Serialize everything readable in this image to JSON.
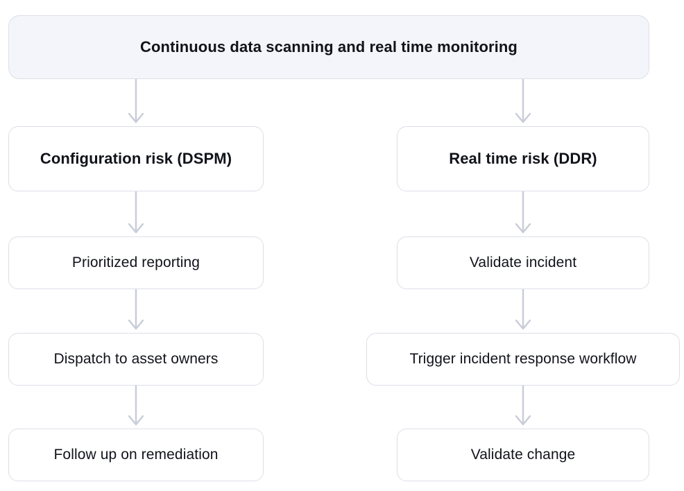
{
  "diagram": {
    "title": "Continuous data scanning and real time monitoring",
    "type": "flowchart",
    "colors": {
      "header_fill": "#f3f5fa",
      "node_fill": "#ffffff",
      "node_border": "#dcdfe8",
      "arrow": "#c8ccd8",
      "text": "#11131a",
      "background": "#ffffff"
    },
    "header": {
      "label": "Continuous data scanning and real time monitoring"
    },
    "branches": [
      {
        "name": "configuration-risk",
        "heading": "Configuration risk (DSPM)",
        "steps": [
          {
            "label": "Prioritized reporting"
          },
          {
            "label": "Dispatch to asset owners"
          },
          {
            "label": "Follow up on remediation"
          }
        ]
      },
      {
        "name": "real-time-risk",
        "heading": "Real time risk (DDR)",
        "steps": [
          {
            "label": "Validate incident"
          },
          {
            "label": "Trigger incident response workflow"
          },
          {
            "label": "Validate change"
          }
        ]
      }
    ],
    "connectors": [
      {
        "from": "header",
        "to": "configuration-risk"
      },
      {
        "from": "header",
        "to": "real-time-risk"
      },
      {
        "from": "configuration-risk",
        "to": "prioritized-reporting"
      },
      {
        "from": "prioritized-reporting",
        "to": "dispatch-to-asset-owners"
      },
      {
        "from": "dispatch-to-asset-owners",
        "to": "follow-up-on-remediation"
      },
      {
        "from": "real-time-risk",
        "to": "validate-incident"
      },
      {
        "from": "validate-incident",
        "to": "trigger-incident-response-workflow"
      },
      {
        "from": "trigger-incident-response-workflow",
        "to": "validate-change"
      }
    ]
  }
}
